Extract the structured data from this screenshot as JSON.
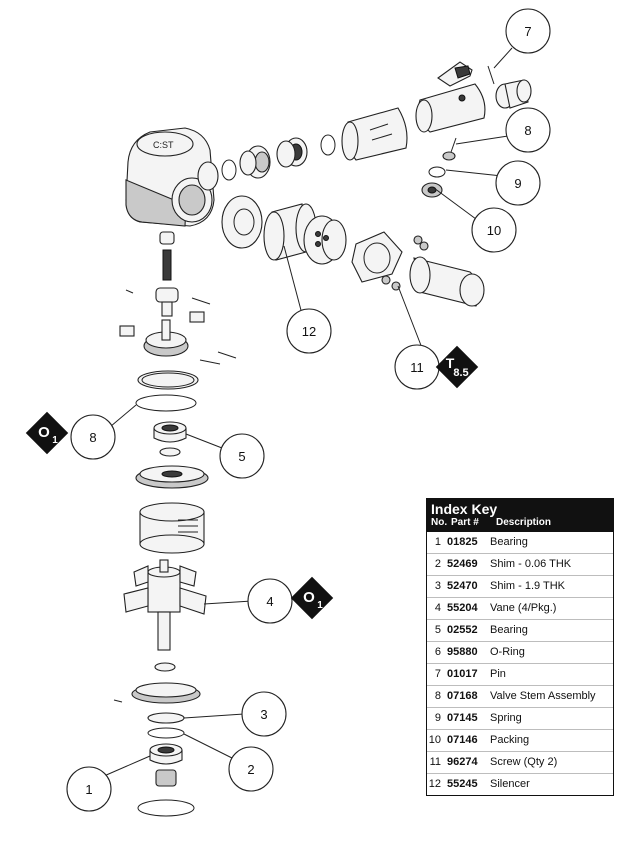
{
  "callouts": [
    "1",
    "2",
    "3",
    "4",
    "5",
    "7",
    "8",
    "8",
    "9",
    "10",
    "11",
    "12"
  ],
  "badges": {
    "o1_top": {
      "letter": "O",
      "sub": "1"
    },
    "o1_vane": {
      "letter": "O",
      "sub": "1"
    },
    "t85": {
      "letter": "T",
      "sub": "8.5"
    }
  },
  "index_key": {
    "title": "Index Key",
    "columns": {
      "no": "No.",
      "part": "Part #",
      "desc": "Description"
    },
    "rows": [
      {
        "no": "1",
        "part": "01825",
        "desc": "Bearing"
      },
      {
        "no": "2",
        "part": "52469",
        "desc": "Shim - 0.06 THK"
      },
      {
        "no": "3",
        "part": "52470",
        "desc": "Shim - 1.9 THK"
      },
      {
        "no": "4",
        "part": "55204",
        "desc": "Vane (4/Pkg.)"
      },
      {
        "no": "5",
        "part": "02552",
        "desc": "Bearing"
      },
      {
        "no": "6",
        "part": "95880",
        "desc": "O-Ring"
      },
      {
        "no": "7",
        "part": "01017",
        "desc": "Pin"
      },
      {
        "no": "8",
        "part": "07168",
        "desc": "Valve Stem Assembly"
      },
      {
        "no": "9",
        "part": "07145",
        "desc": "Spring"
      },
      {
        "no": "10",
        "part": "07146",
        "desc": "Packing"
      },
      {
        "no": "11",
        "part": "96274",
        "desc": "Screw (Qty 2)"
      },
      {
        "no": "12",
        "part": "55245",
        "desc": "Silencer"
      }
    ]
  }
}
